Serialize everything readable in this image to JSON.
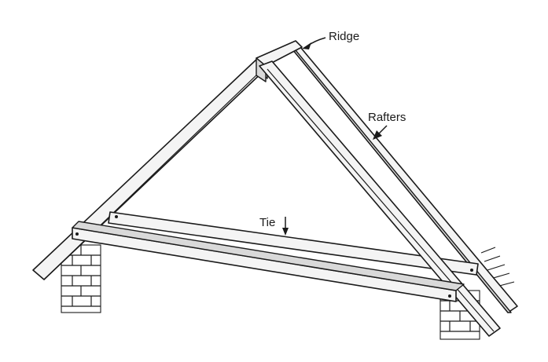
{
  "labels": {
    "ridge": "Ridge",
    "rafters": "Rafters",
    "tie": "Tie"
  },
  "colors": {
    "line": "#1a1a1a",
    "timber_face": "#f4f4f4",
    "timber_side": "#d9d9d9",
    "background": "#ffffff"
  }
}
